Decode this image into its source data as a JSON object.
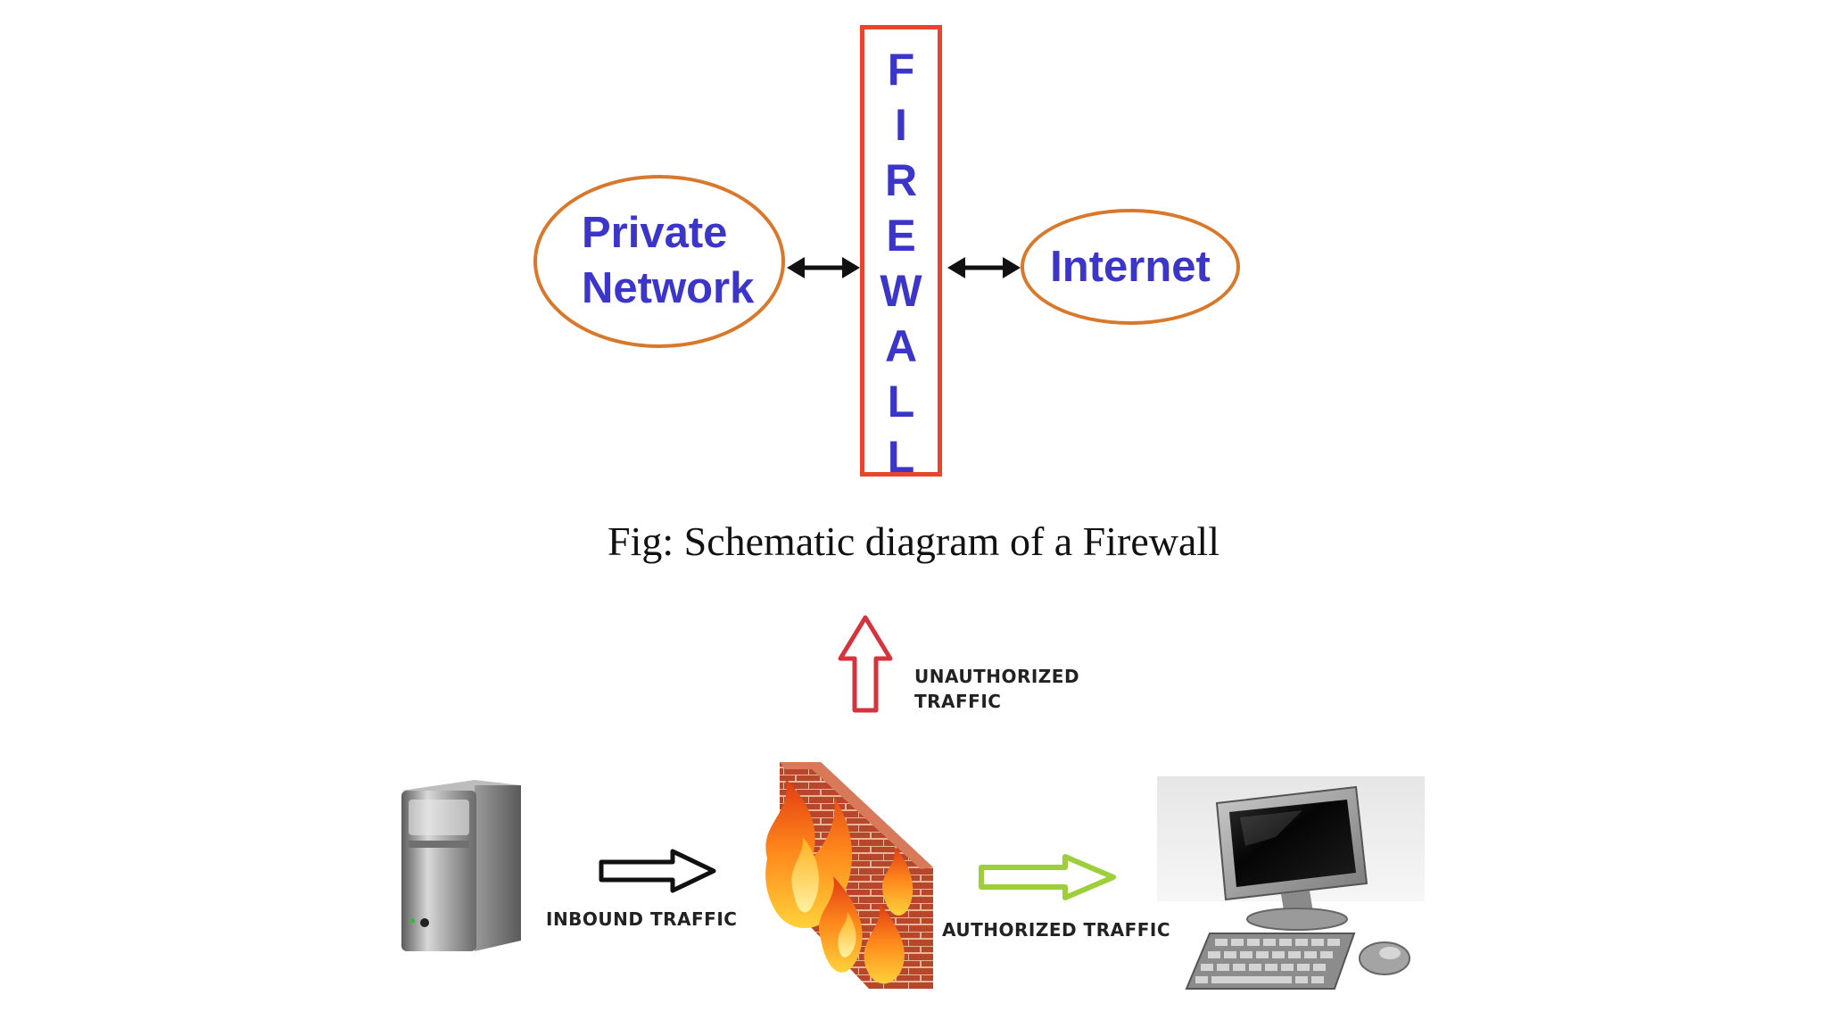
{
  "schematic": {
    "private_network": {
      "line1": "Private",
      "line2": "Network"
    },
    "internet": "Internet",
    "firewall_letters": [
      "F",
      "I",
      "R",
      "E",
      "W",
      "A",
      "L",
      "L"
    ]
  },
  "caption": "Fig: Schematic diagram of a Firewall",
  "illustration": {
    "unauthorized_line1": "UNAUTHORIZED",
    "unauthorized_line2": "TRAFFIC",
    "inbound": "INBOUND TRAFFIC",
    "authorized": "AUTHORIZED TRAFFIC",
    "icons": [
      "server-icon",
      "firewall-wall-icon",
      "desktop-computer-icon",
      "keyboard-icon",
      "mouse-icon"
    ],
    "colors": {
      "ellipse_border": "#d9772a",
      "label_blue": "#3b36c9",
      "firewall_border": "#e8452e",
      "unauthorized_arrow": "#d6343c",
      "authorized_arrow": "#9ccf3a",
      "inbound_arrow": "#111111"
    }
  }
}
